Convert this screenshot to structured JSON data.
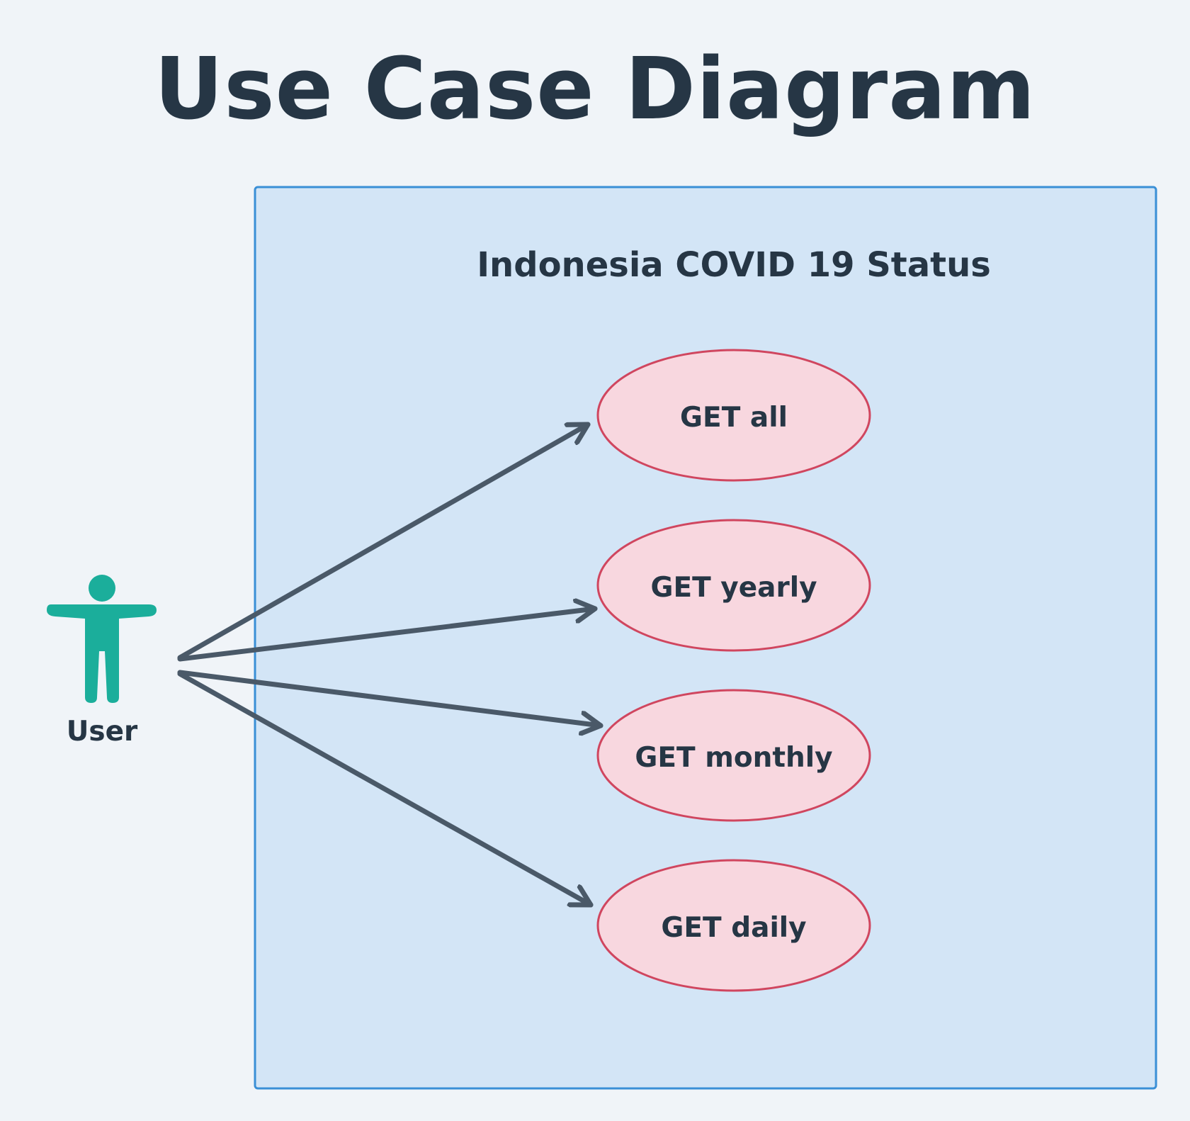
{
  "title": "Use Case Diagram",
  "system": {
    "label": "Indonesia COVID 19 Status"
  },
  "actor": {
    "label": "User"
  },
  "use_cases": [
    {
      "label": "GET all"
    },
    {
      "label": "GET yearly"
    },
    {
      "label": "GET monthly"
    },
    {
      "label": "GET daily"
    }
  ],
  "colors": {
    "background": "#f0f4f8",
    "text": "#263645",
    "system_fill": "#d3e5f6",
    "system_stroke": "#3a8fd6",
    "usecase_fill": "#f8d7df",
    "usecase_stroke": "#d0465f",
    "actor": "#1bae9b",
    "arrow": "#4a5968"
  }
}
